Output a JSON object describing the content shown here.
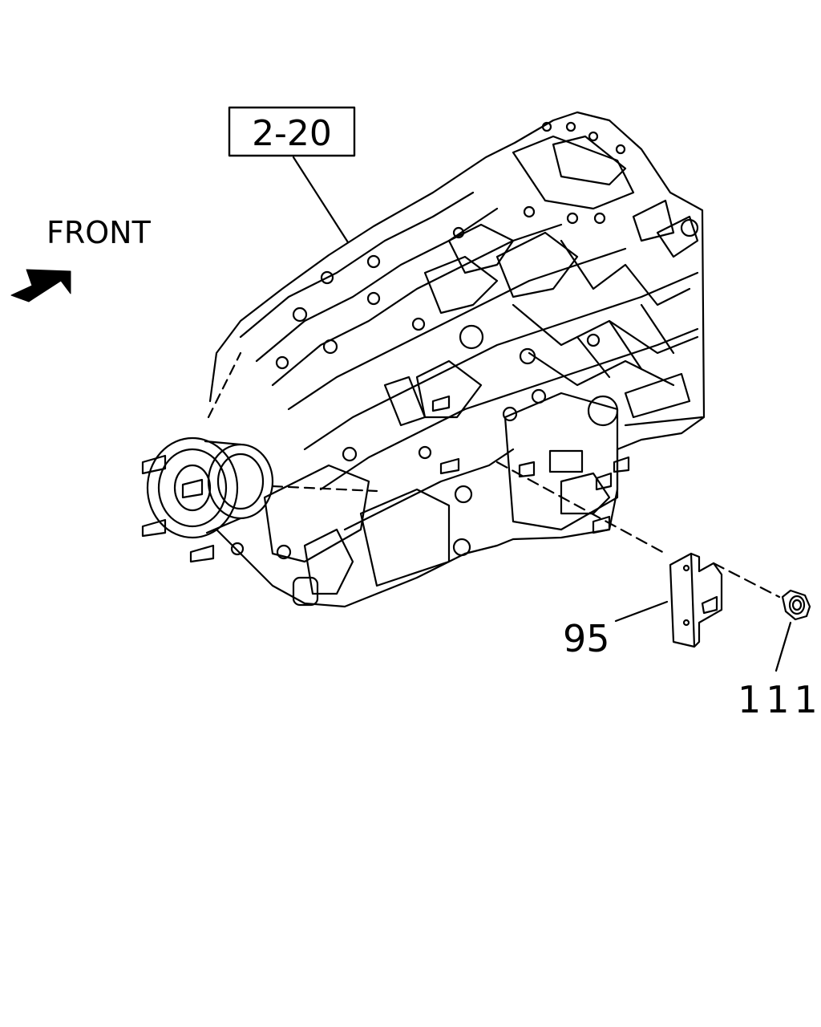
{
  "diagram": {
    "direction_label": "FRONT",
    "reference_box_label": "2-20",
    "callouts": [
      {
        "id": "bracket",
        "label": "95"
      },
      {
        "id": "nut",
        "label": "111"
      }
    ],
    "icons": [
      "front-arrow-icon"
    ],
    "colors": {
      "line": "#000000",
      "background": "#ffffff"
    }
  }
}
